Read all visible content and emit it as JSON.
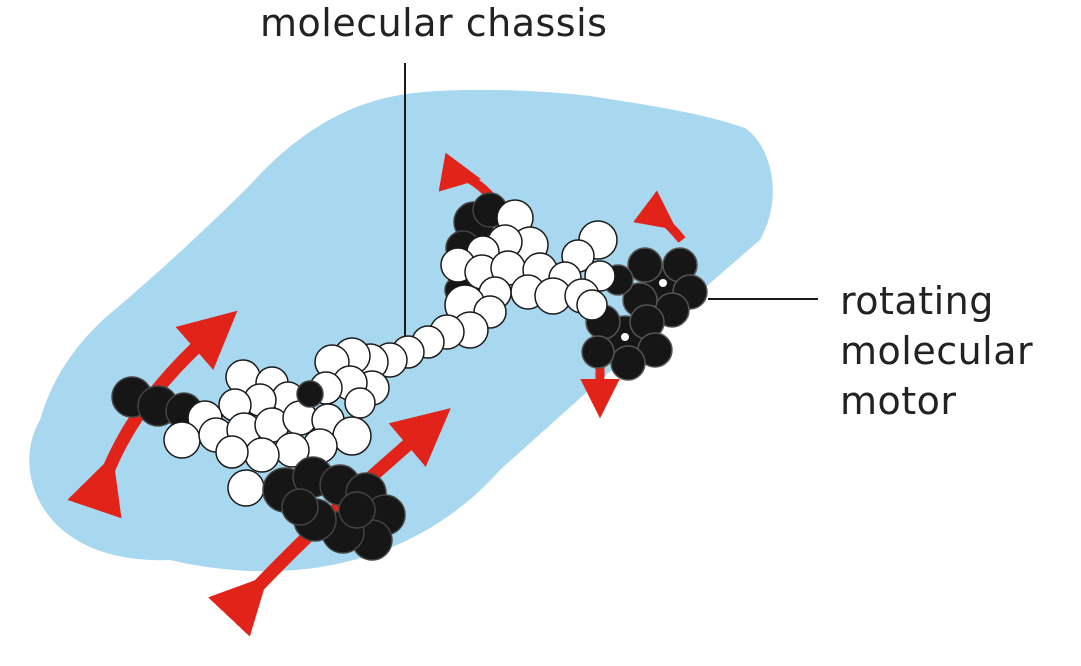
{
  "labels": {
    "chassis": "molecular chassis",
    "motor_lines": [
      "rotating",
      "molecular",
      "motor"
    ]
  },
  "colors": {
    "car_body": "#a7d8ef",
    "atom_white": "#ffffff",
    "atom_black": "#161616",
    "atom_outline": "#1a1a1a",
    "arrow": "#e2231a",
    "text": "#222222"
  },
  "icons": {
    "car_silhouette": "car-silhouette",
    "atom": "atom-sphere",
    "rotation_arrow": "curved-double-arrow"
  }
}
